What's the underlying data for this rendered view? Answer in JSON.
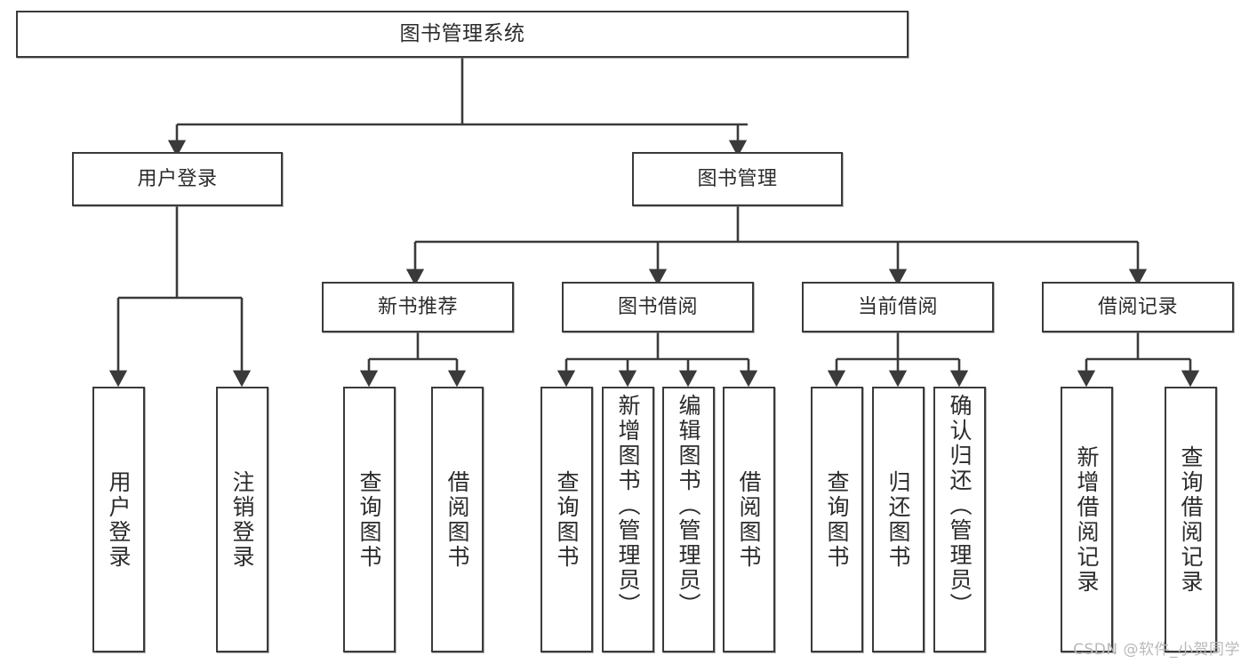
{
  "diagram": {
    "type": "tree-hierarchy-chart",
    "title": "图书管理系统",
    "watermark": "CSDN @软件_小贺同学",
    "colors": {
      "node_border": "#3a3a3a",
      "node_fill": "#ffffff",
      "edge": "#3a3a3a",
      "text": "#2b2b2b",
      "watermark": "#b9b9b9"
    },
    "levels": {
      "root": {
        "label": "图书管理系统"
      },
      "level2": [
        {
          "id": "user-login",
          "label": "用户登录"
        },
        {
          "id": "book-manage",
          "label": "图书管理"
        }
      ],
      "level3": [
        {
          "id": "new-book-recommend",
          "label": "新书推荐"
        },
        {
          "id": "book-borrow",
          "label": "图书借阅"
        },
        {
          "id": "current-borrow",
          "label": "当前借阅"
        },
        {
          "id": "borrow-record",
          "label": "借阅记录"
        }
      ],
      "leaves": {
        "user-login": [
          {
            "id": "leaf-user-login",
            "label": "用户登录"
          },
          {
            "id": "leaf-logout",
            "label": "注销登录"
          }
        ],
        "new-book-recommend": [
          {
            "id": "leaf-query-book-1",
            "label": "查询图书"
          },
          {
            "id": "leaf-borrow-book-1",
            "label": "借阅图书"
          }
        ],
        "book-borrow": [
          {
            "id": "leaf-query-book-2",
            "label": "查询图书"
          },
          {
            "id": "leaf-add-book",
            "label": "新增图书（管理员）"
          },
          {
            "id": "leaf-edit-book",
            "label": "编辑图书（管理员）"
          },
          {
            "id": "leaf-borrow-book-2",
            "label": "借阅图书"
          }
        ],
        "current-borrow": [
          {
            "id": "leaf-query-book-3",
            "label": "查询图书"
          },
          {
            "id": "leaf-return-book",
            "label": "归还图书"
          },
          {
            "id": "leaf-confirm-return",
            "label": "确认归还（管理员）"
          }
        ],
        "borrow-record": [
          {
            "id": "leaf-add-record",
            "label": "新增借阅记录"
          },
          {
            "id": "leaf-query-record",
            "label": "查询借阅记录"
          }
        ]
      }
    }
  }
}
